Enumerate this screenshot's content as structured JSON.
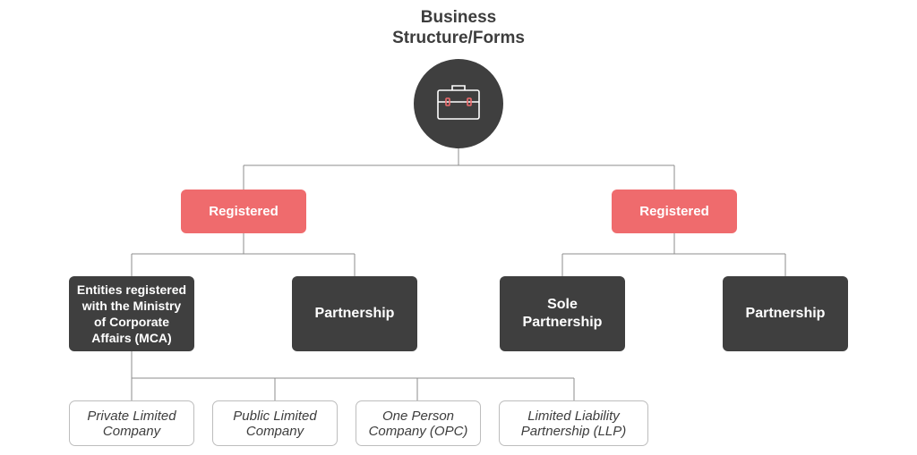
{
  "title": {
    "line1": "Business",
    "line2": "Structure/Forms"
  },
  "root": {
    "icon": "briefcase-icon",
    "circle_color": "#3f3f3f"
  },
  "colors": {
    "registered": "#ef6b6d",
    "dark": "#3f3f3f",
    "connector": "#8c8c8c",
    "leaf_border": "#bdbdbd"
  },
  "branches": [
    {
      "label": "Registered",
      "children": [
        {
          "lines": [
            "Entities registered",
            "with the Ministry",
            "of Corporate",
            "Affairs (MCA)"
          ]
        },
        {
          "lines": [
            "Partnership"
          ]
        }
      ]
    },
    {
      "label": "Registered",
      "children": [
        {
          "lines": [
            "Sole",
            "Partnership"
          ]
        },
        {
          "lines": [
            "Partnership"
          ]
        }
      ]
    }
  ],
  "mca_types": [
    {
      "lines": [
        "Private Limited",
        "Company"
      ]
    },
    {
      "lines": [
        "Public Limited",
        "Company"
      ]
    },
    {
      "lines": [
        "One Person",
        "Company (OPC)"
      ]
    },
    {
      "lines": [
        "Limited Liability",
        "Partnership (LLP)"
      ]
    }
  ]
}
